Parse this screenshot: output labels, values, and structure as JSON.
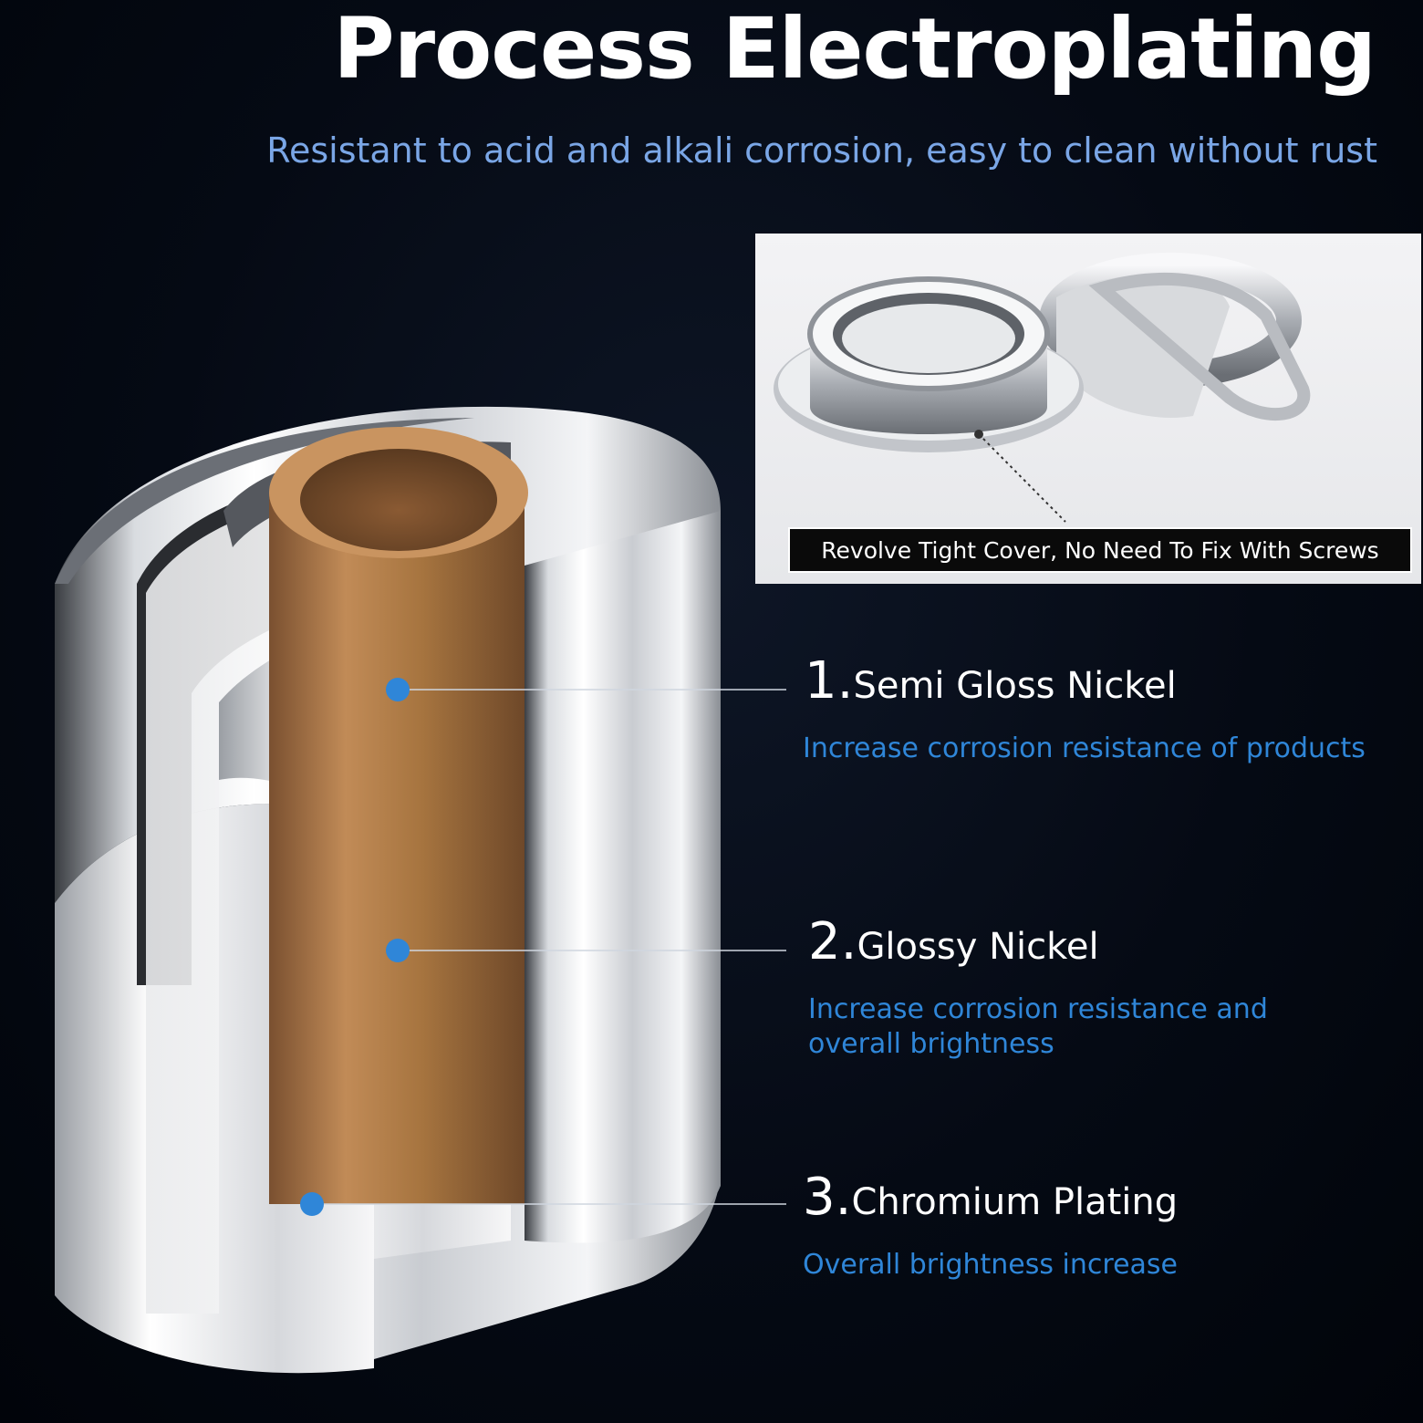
{
  "header": {
    "title": "Process Electroplating",
    "subtitle": "Resistant to acid and alkali corrosion, easy to clean without rust"
  },
  "inset": {
    "caption": "Revolve Tight Cover, No Need To Fix With Screws"
  },
  "layers": [
    {
      "number": "1.",
      "name": "Semi Gloss Nickel",
      "description_lines": [
        "Increase corrosion resistance of products"
      ]
    },
    {
      "number": "2.",
      "name": "Glossy Nickel",
      "description_lines": [
        "Increase corrosion resistance and",
        "overall brightness"
      ]
    },
    {
      "number": "3.",
      "name": "Chromium Plating",
      "description_lines": [
        "Overall brightness increase"
      ]
    }
  ],
  "colors": {
    "title": "#ffffff",
    "subtitle": "#7aa6e6",
    "description": "#2f86d8",
    "marker": "#2f86d8",
    "copper": "#b07a48"
  }
}
